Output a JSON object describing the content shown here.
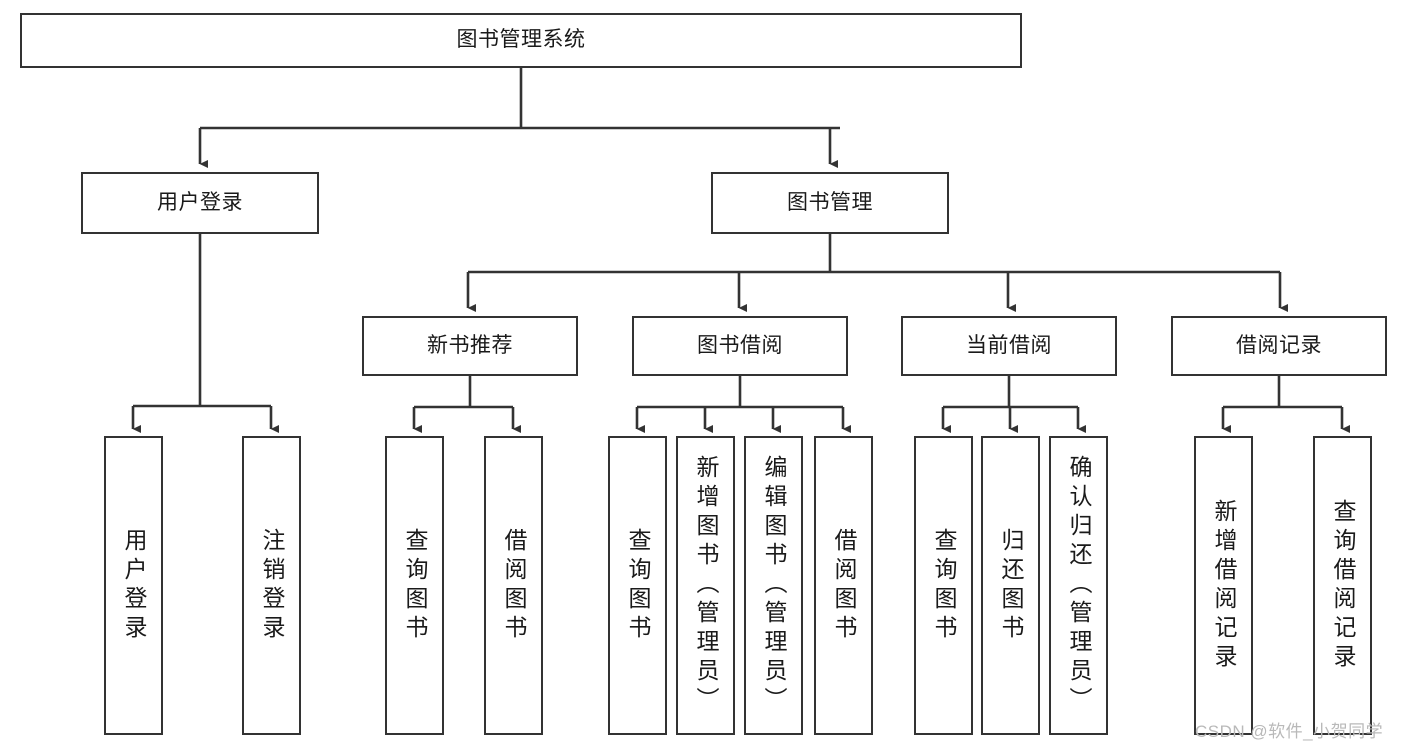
{
  "diagram": {
    "title": "图书管理系统",
    "type": "tree-hierarchy-diagram",
    "watermark": "CSDN @软件_小贺同学",
    "colors": {
      "stroke": "#333333",
      "background": "#ffffff",
      "text": "#1a1a1a",
      "watermark": "#b9b9b9"
    },
    "root": {
      "label": "图书管理系统"
    },
    "level2": [
      {
        "label": "用户登录"
      },
      {
        "label": "图书管理"
      }
    ],
    "level3": [
      {
        "label": "新书推荐"
      },
      {
        "label": "图书借阅"
      },
      {
        "label": "当前借阅"
      },
      {
        "label": "借阅记录"
      }
    ],
    "leaves": {
      "user_login": [
        {
          "label": "用户登录"
        },
        {
          "label": "注销登录"
        }
      ],
      "new_book_recommend": [
        {
          "label": "查询图书"
        },
        {
          "label": "借阅图书"
        }
      ],
      "book_borrow": [
        {
          "label": "查询图书"
        },
        {
          "label": "新增图书（管理员）"
        },
        {
          "label": "编辑图书（管理员）"
        },
        {
          "label": "借阅图书"
        }
      ],
      "current_borrow": [
        {
          "label": "查询图书"
        },
        {
          "label": "归还图书"
        },
        {
          "label": "确认归还（管理员）"
        }
      ],
      "borrow_record": [
        {
          "label": "新增借阅记录"
        },
        {
          "label": "查询借阅记录"
        }
      ]
    }
  }
}
